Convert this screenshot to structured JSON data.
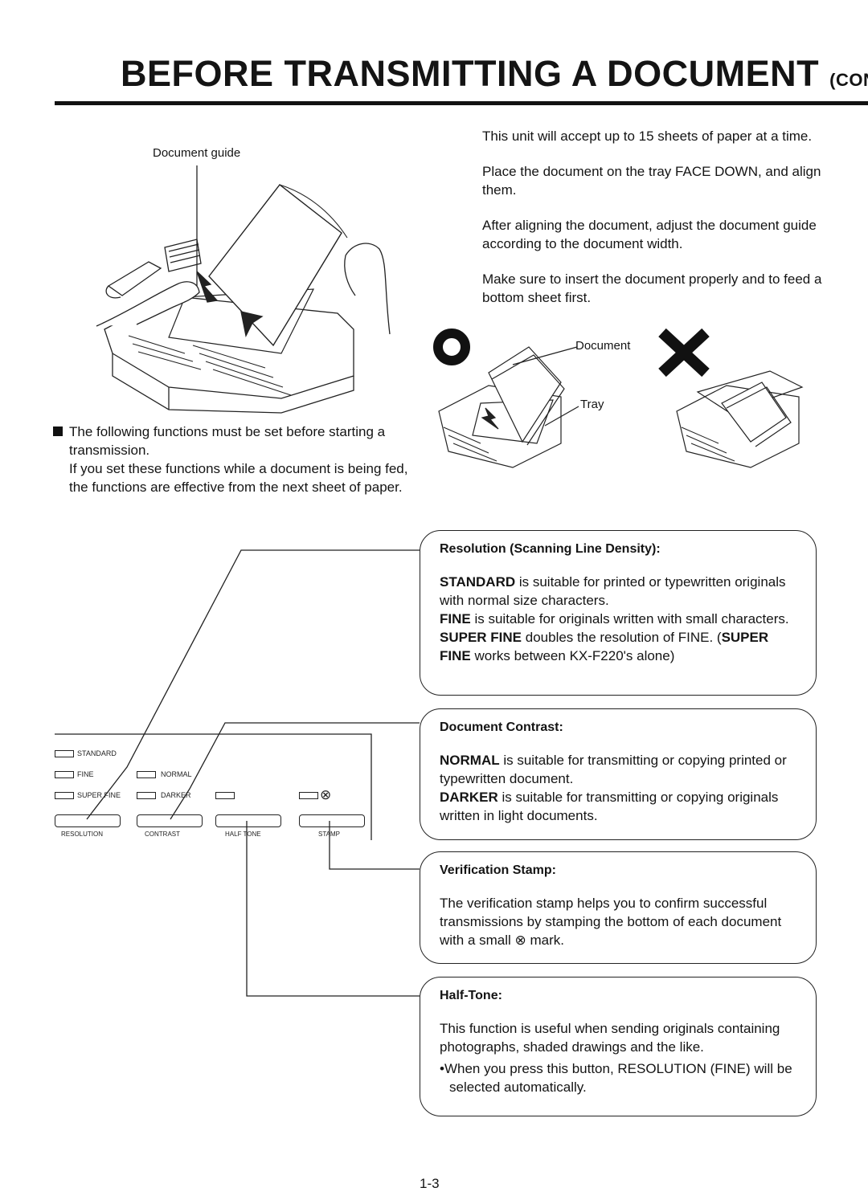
{
  "header": {
    "title": "BEFORE TRANSMITTING A DOCUMENT",
    "title_suffix": "(CONT.)"
  },
  "illustration_top": {
    "callout": "Document guide"
  },
  "intro": [
    "This unit will accept up to 15 sheets of paper at a time.",
    "Place the document on the tray FACE DOWN, and align them.",
    "After aligning the document, adjust the document guide according to the document width.",
    "Make sure to insert the document properly and to feed a bottom sheet first."
  ],
  "insert_illustration": {
    "document_label": "Document",
    "tray_label": "Tray"
  },
  "functions_note": {
    "line1": "The following functions must be set before starting a transmission.",
    "line2": "If you set these functions while a document is being fed, the functions are effective from the next sheet of paper."
  },
  "panel": {
    "indicators": {
      "standard": "STANDARD",
      "fine": "FINE",
      "super_fine": "SUPER FINE",
      "normal": "NORMAL",
      "darker": "DARKER"
    },
    "buttons": {
      "resolution": "RESOLUTION",
      "contrast": "CONTRAST",
      "halftone": "HALF TONE",
      "stamp": "STAMP"
    }
  },
  "resolution_box": {
    "heading": "Resolution (Scanning Line Density):",
    "p1_bold": "STANDARD",
    "p1_text": " is suitable for printed or typewritten originals with normal size characters.",
    "p2_bold": "FINE",
    "p2_text": " is suitable for originals written with small characters.",
    "p3_bold": "SUPER FINE",
    "p3_text": " doubles the resolution of FINE. (",
    "p3_bold2": "SUPER FINE",
    "p3_text2": " works between KX-F220's alone)"
  },
  "contrast_box": {
    "heading": "Document Contrast:",
    "p1_bold": "NORMAL",
    "p1_text": " is suitable for transmitting or copying printed or typewritten document.",
    "p2_bold": "DARKER",
    "p2_text": " is suitable for transmitting or copying originals written in light documents."
  },
  "stamp_box": {
    "heading": "Verification Stamp:",
    "text_a": "The verification stamp helps you to confirm successful transmissions by stamping the bottom of each document with a small",
    "text_b": " mark."
  },
  "halftone_box": {
    "heading": "Half-Tone:",
    "text": "This function is useful when sending originals containing photographs, shaded drawings and the like.",
    "bullet": "When you press this button, RESOLUTION (FINE) will be selected automatically."
  },
  "footer": {
    "page_number": "1-3"
  }
}
